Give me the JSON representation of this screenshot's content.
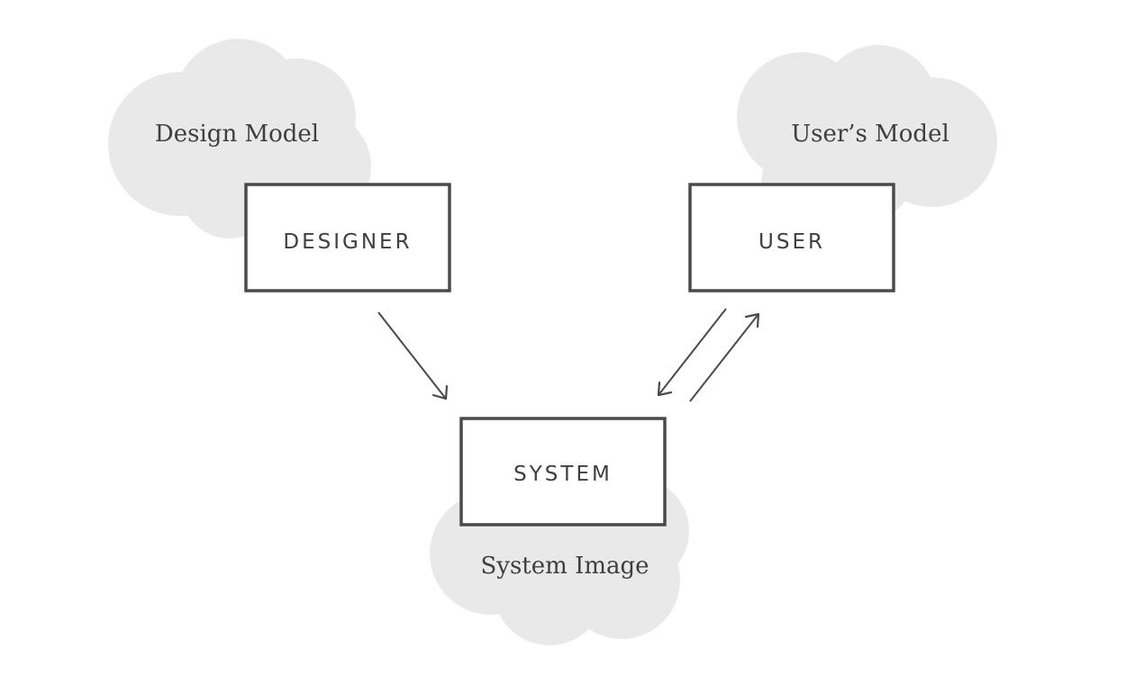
{
  "clouds": {
    "design_model": "Design Model",
    "users_model": "User’s Model",
    "system_image": "System Image"
  },
  "boxes": {
    "designer": "DESIGNER",
    "user": "USER",
    "system": "SYSTEM"
  },
  "colors": {
    "cloud_fill": "#e9e9e9",
    "box_stroke": "#4a4a4a",
    "text": "#3f3f3f",
    "background": "#ffffff"
  }
}
